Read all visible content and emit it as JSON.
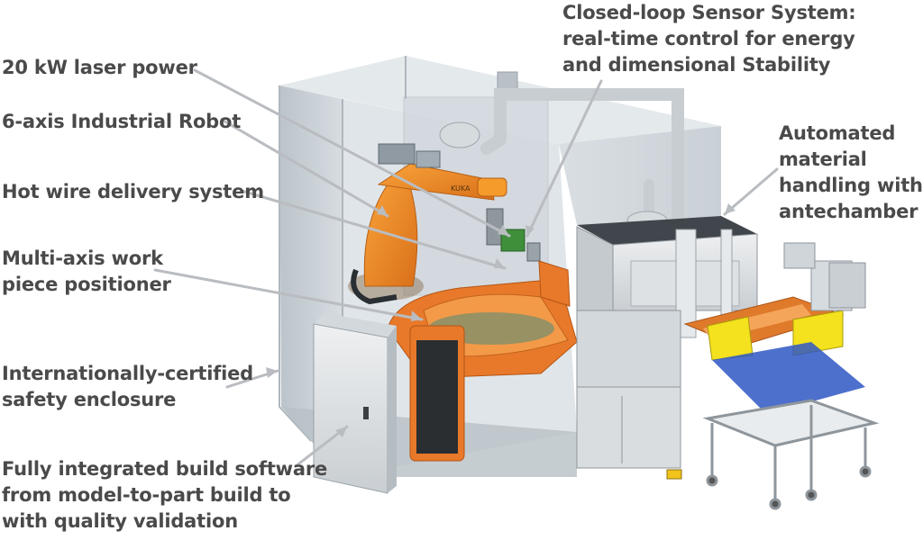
{
  "callouts": {
    "laser": "20 kW laser power",
    "robot": "6-axis Industrial Robot",
    "wire": "Hot wire delivery system",
    "positioner": "Multi-axis work\npiece positioner",
    "enclosure": "Internationally-certified\nsafety enclosure",
    "software": "Fully integrated build software\nfrom model-to-part build to\nwith quality validation",
    "sensor": "Closed-loop Sensor System:\nreal-time control for energy\nand dimensional Stability",
    "handling": "Automated\nmaterial\nhandling with\nantechamber"
  },
  "colors": {
    "text": "#4a4a4a",
    "leader": "#b9bcc0",
    "robot": "#f08a1e",
    "positioner": "#e8792a",
    "enclosure": "#c5cdd3",
    "cabinet": "#e3e6e8",
    "yellow_fixture": "#f3e21d",
    "blue_base": "#2f57c4"
  }
}
